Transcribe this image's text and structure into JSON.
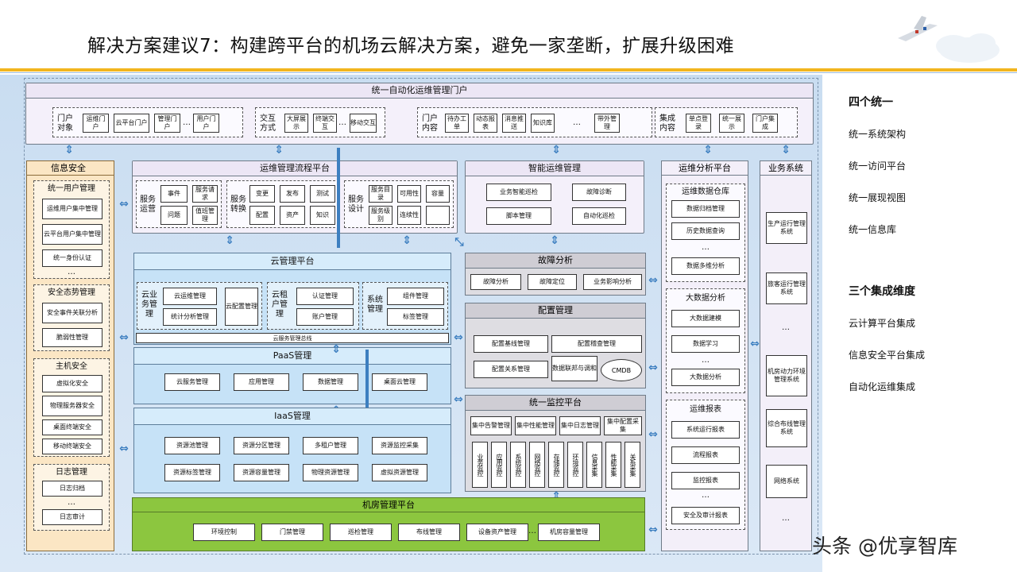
{
  "title": "解决方案建议7：构建跨平台的机场云解决方案，避免一家垄断，扩展升级困难",
  "watermark": "头条 @优享智库",
  "right_panel": {
    "group1_title": "四个统一",
    "group1_items": [
      "统一系统架构",
      "统一访问平台",
      "统一展现视图",
      "统一信息库"
    ],
    "group2_title": "三个集成维度",
    "group2_items": [
      "云计算平台集成",
      "信息安全平台集成",
      "自动化运维集成"
    ]
  },
  "portal": {
    "title": "统一自动化运维管理门户",
    "g1": {
      "label": "门户对象",
      "items": [
        "运维门户",
        "云平台门户",
        "管理门户",
        "…",
        "用户门户"
      ]
    },
    "g2": {
      "label": "交互方式",
      "items": [
        "大屏展示",
        "终端交互",
        "…",
        "移动交互"
      ]
    },
    "g3": {
      "label": "门户内容",
      "items": [
        "待办工单",
        "动态报表",
        "消息推送",
        "知识库",
        "…",
        "带外管理"
      ]
    },
    "g4": {
      "label": "集成内容",
      "items": [
        "单点登录",
        "统一展示",
        "门户集成"
      ]
    }
  },
  "infosec": {
    "title": "信息安全",
    "s1": {
      "title": "统一用户管理",
      "items": [
        "运维用户集中管理",
        "云平台用户集中管理",
        "统一身份认证",
        "…"
      ]
    },
    "s2": {
      "title": "安全态势管理",
      "items": [
        "安全事件关联分析",
        "脆弱性管理"
      ]
    },
    "s3": {
      "title": "主机安全",
      "items": [
        "虚拟化安全",
        "物理服务器安全",
        "桌面终端安全",
        "移动终端安全"
      ]
    },
    "s4": {
      "title": "日志管理",
      "items": [
        "日志归档",
        "…",
        "日志审计"
      ]
    }
  },
  "ops_flow": {
    "title": "运维管理流程平台",
    "g1": {
      "label": "服务运营",
      "items": [
        "事件",
        "服务请求",
        "问题",
        "值班管理"
      ]
    },
    "g2": {
      "label": "服务转换",
      "items": [
        "变更",
        "发布",
        "测试",
        "配置",
        "资产",
        "知识"
      ]
    },
    "g3": {
      "label": "服务设计",
      "items": [
        "服务目录",
        "可用性",
        "容量",
        "服务级别",
        "连续性"
      ]
    }
  },
  "smart_ops": {
    "title": "智能运维管理",
    "items": [
      "业务智能巡检",
      "故障诊断",
      "脚本管理",
      "自动化巡检"
    ]
  },
  "cloud": {
    "title": "云管理平台",
    "g1": {
      "label": "云业务管理",
      "items": [
        "云运维管理",
        "统计分析管理",
        "云配置管理"
      ]
    },
    "g2": {
      "label": "云租户管理",
      "items": [
        "认证管理",
        "账户管理"
      ]
    },
    "g3": {
      "label": "系统管理",
      "items": [
        "组件管理",
        "标签管理"
      ]
    },
    "bus": "云服务管理总线"
  },
  "paas": {
    "title": "PaaS管理",
    "items": [
      "云服务管理",
      "应用管理",
      "数据管理",
      "桌面云管理"
    ]
  },
  "iaas": {
    "title": "IaaS管理",
    "items": [
      "资源池管理",
      "资源分区管理",
      "多租户管理",
      "资源监控采集",
      "资源标签管理",
      "资源容量管理",
      "物理资源管理",
      "虚拟资源管理"
    ]
  },
  "fault": {
    "title": "故障分析",
    "items": [
      "故障分析",
      "故障定位",
      "业务影响分析"
    ]
  },
  "config": {
    "title": "配置管理",
    "items": [
      "配置基线管理",
      "配置稽查管理",
      "配置关系管理",
      "数据联邦与调和",
      "CMDB"
    ]
  },
  "monitor": {
    "title": "统一监控平台",
    "top": [
      "集中告警管理",
      "集中性能管理",
      "集中日志管理",
      "集中配置采集"
    ],
    "cols": [
      "业务监控",
      "应用监控",
      "系统监控",
      "网络监控",
      "存储监控",
      "环境监控",
      "信息采集",
      "性能采集",
      "关系采集"
    ]
  },
  "room": {
    "title": "机房管理平台",
    "items": [
      "环境控制",
      "门禁管理",
      "巡检管理",
      "布线管理",
      "设备资产管理",
      "…",
      "机房容量管理"
    ]
  },
  "analysis": {
    "title": "运维分析平台",
    "s1": {
      "title": "运维数据仓库",
      "items": [
        "数据归档管理",
        "历史数据查询",
        "…",
        "数据多维分析"
      ]
    },
    "s2": {
      "title": "大数据分析",
      "items": [
        "大数据建模",
        "数据学习",
        "…",
        "大数据分析"
      ]
    },
    "s3": {
      "title": "运维报表",
      "items": [
        "系统运行报表",
        "流程报表",
        "监控报表",
        "…",
        "安全及审计报表"
      ]
    }
  },
  "business": {
    "title": "业务系统",
    "items": [
      "生产运行管理系统",
      "旅客运行管理系统",
      "…",
      "机房动力环境管理系统",
      "综合布线管理系统",
      "网络系统",
      "…"
    ]
  }
}
